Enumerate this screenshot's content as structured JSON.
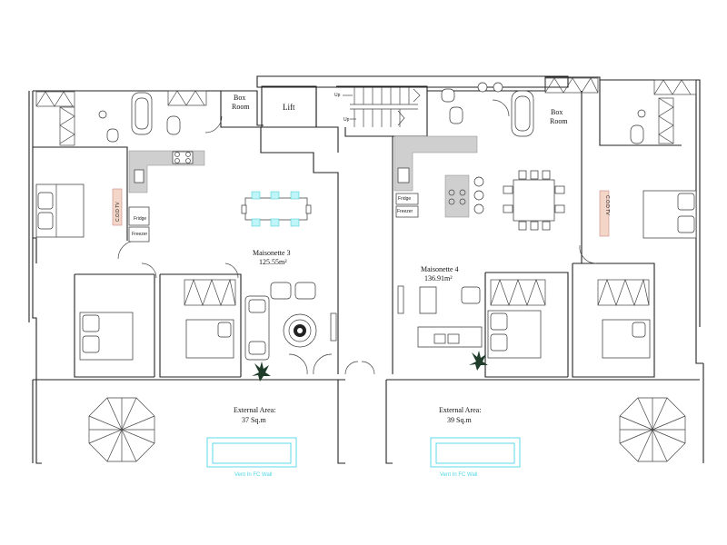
{
  "rooms": {
    "box_room_left": [
      "Box",
      "Room"
    ],
    "box_room_right": [
      "Box",
      "Room"
    ],
    "lift": "Lift",
    "stairs_up_top": "Up",
    "stairs_up_bottom": "Up"
  },
  "units": {
    "left": {
      "name": "Maisonette 3",
      "area": "125.55m²"
    },
    "right": {
      "name": "Maisonette 4",
      "area": "136.91m²"
    }
  },
  "external": {
    "left": {
      "title": "External Area:",
      "area": "37 Sq.m"
    },
    "right": {
      "title": "External Area:",
      "area": "39 Sq.m"
    }
  },
  "appliances": {
    "fridge_left": "Fridge",
    "freezer_left": "Freezer",
    "fridge_right": "Fridge",
    "freezer_right": "Freezer",
    "tv_left": "C.O.D TV",
    "tv_right": "C.O.D TV"
  },
  "vents": {
    "left": "Vent In FC Wall",
    "right": "Vent In FC Wall"
  },
  "colors": {
    "wall": "#222222",
    "vent": "#4fd6e6",
    "counter": "#cfcfcf",
    "accent_chair": "#4fd6e6"
  }
}
